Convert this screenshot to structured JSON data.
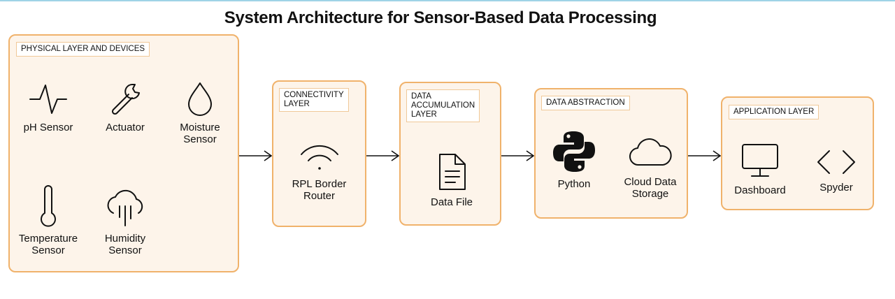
{
  "title": "System Architecture for Sensor-Based Data Processing",
  "colors": {
    "panel_fill": "#fdf4ea",
    "panel_border": "#f0b26b",
    "tag_border": "#f0c898"
  },
  "layers": {
    "physical": {
      "label": "PHYSICAL LAYER AND DEVICES",
      "items": [
        {
          "label": "pH Sensor",
          "icon": "waveform-icon"
        },
        {
          "label": "Actuator",
          "icon": "wrench-icon"
        },
        {
          "label": "Moisture\nSensor",
          "icon": "droplet-icon"
        },
        {
          "label": "Temperature\nSensor",
          "icon": "thermometer-icon"
        },
        {
          "label": "Humidity\nSensor",
          "icon": "rain-cloud-icon"
        }
      ]
    },
    "connectivity": {
      "label": "CONNECTIVITY\nLAYER",
      "items": [
        {
          "label": "RPL Border\nRouter",
          "icon": "wifi-icon"
        }
      ]
    },
    "accumulation": {
      "label": "DATA\nACCUMULATION\nLAYER",
      "items": [
        {
          "label": "Data File",
          "icon": "file-icon"
        }
      ]
    },
    "abstraction": {
      "label": "DATA ABSTRACTION",
      "items": [
        {
          "label": "Python",
          "icon": "python-icon"
        },
        {
          "label": "Cloud Data\nStorage",
          "icon": "cloud-icon"
        }
      ]
    },
    "application": {
      "label": "APPLICATION LAYER",
      "items": [
        {
          "label": "Dashboard",
          "icon": "monitor-icon"
        },
        {
          "label": "Spyder",
          "icon": "code-brackets-icon"
        }
      ]
    }
  }
}
